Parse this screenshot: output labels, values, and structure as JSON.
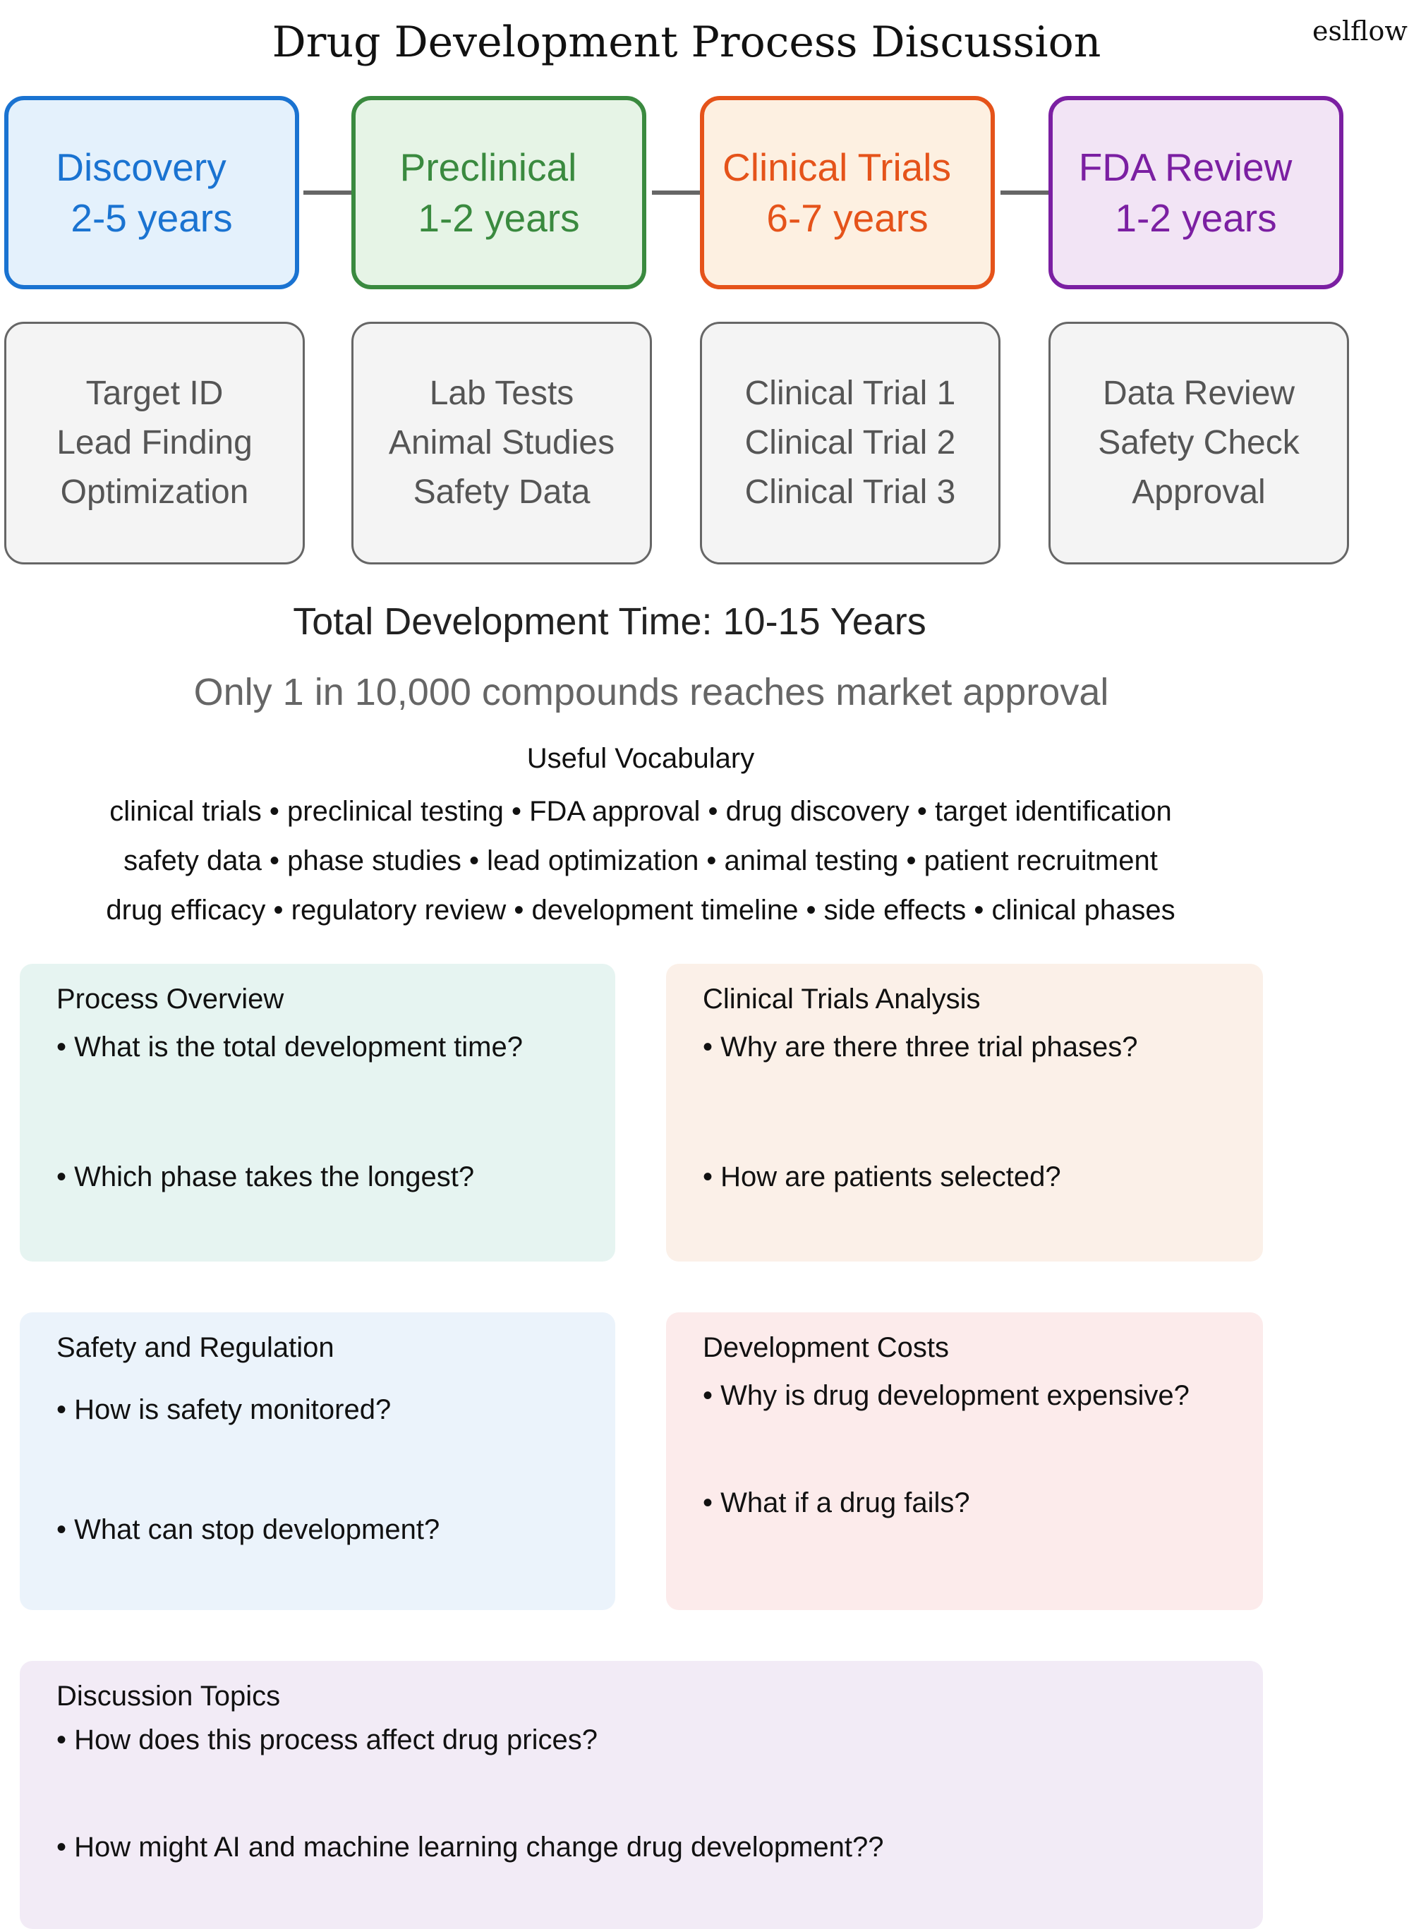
{
  "header": {
    "title": "Drug Development Process Discussion",
    "brand": "eslflow"
  },
  "phases": [
    {
      "name": "Discovery",
      "duration": "2-5 years",
      "color": "#1a73d1",
      "bg": "#e4f1fc",
      "details": [
        "Target ID",
        "Lead Finding",
        "Optimization"
      ]
    },
    {
      "name": "Preclinical",
      "duration": "1-2 years",
      "color": "#3a8a3f",
      "bg": "#e6f4e6",
      "details": [
        "Lab Tests",
        "Animal Studies",
        "Safety Data"
      ]
    },
    {
      "name": "Clinical Trials",
      "duration": "6-7 years",
      "color": "#e5531a",
      "bg": "#fdf0e1",
      "details": [
        "Clinical Trial 1",
        "Clinical Trial 2",
        "Clinical Trial 3"
      ]
    },
    {
      "name": "FDA Review",
      "duration": "1-2 years",
      "color": "#7b1fa2",
      "bg": "#f2e4f5",
      "details": [
        "Data Review",
        "Safety Check",
        "Approval"
      ]
    }
  ],
  "summary": {
    "total_time": "Total Development Time: 10-15 Years",
    "approval_rate": "Only 1 in 10,000 compounds reaches market approval"
  },
  "vocabulary": {
    "title": "Useful Vocabulary",
    "lines": [
      "clinical trials • preclinical testing • FDA approval • drug discovery • target identification",
      "safety data • phase studies • lead optimization • animal testing • patient recruitment",
      "drug efficacy • regulatory review • development timeline • side effects • clinical phases"
    ]
  },
  "cards": [
    {
      "title": "Process Overview",
      "bg": "#e6f4f1",
      "questions": [
        "• What is the total development time?",
        "• Which phase takes the longest?"
      ]
    },
    {
      "title": "Clinical Trials Analysis",
      "bg": "#fbf0e8",
      "questions": [
        "• Why are there three trial phases?",
        "• How are patients selected?"
      ]
    },
    {
      "title": "Safety and Regulation",
      "bg": "#ebf3fb",
      "questions": [
        "• How is safety monitored?",
        "• What can stop development?"
      ]
    },
    {
      "title": "Development Costs",
      "bg": "#fcebeb",
      "questions": [
        "• Why is drug development expensive?",
        "• What if a drug fails?"
      ]
    },
    {
      "title": "Discussion Topics",
      "bg": "#f2ebf6",
      "questions": [
        "• How does this process affect drug prices?",
        "• How might AI and machine learning change drug development??"
      ]
    }
  ]
}
